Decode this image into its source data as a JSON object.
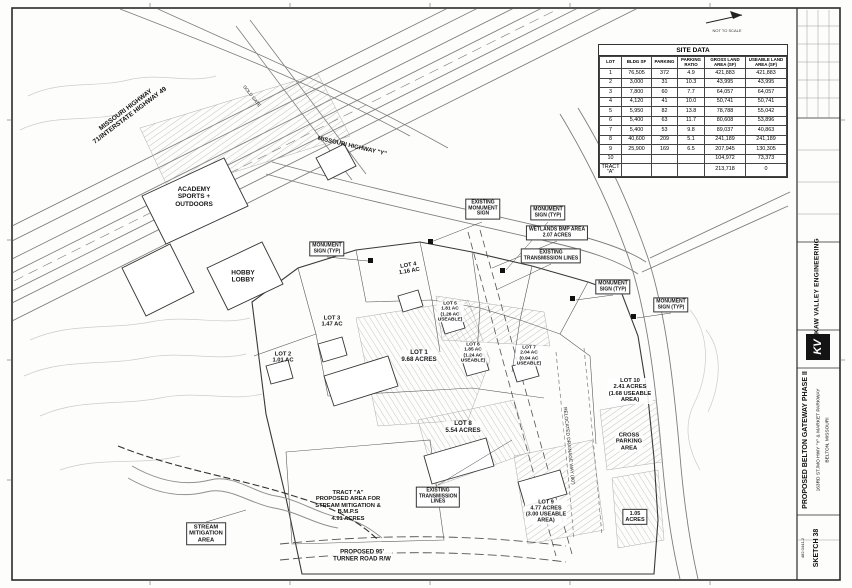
{
  "sheet": {
    "north_arrow": {
      "label": "NOT TO SCALE"
    },
    "title_block": {
      "company": "KAW VALLEY ENGINEERING",
      "logo_text": "KV",
      "project_line1": "PROPOSED BELTON GATEWAY PHASE II",
      "project_line2": "163RD ST./MO HWY \"Y\" & MARKET PARKWAY",
      "project_line3": "BELTON, MISSOURI",
      "sheet_name": "SKETCH 38",
      "job_number": "482.0441-2"
    }
  },
  "site_data": {
    "title": "SITE DATA",
    "columns": [
      "LOT",
      "BLDG SF",
      "PARKING",
      "PARKING RATIO",
      "GROSS LAND AREA (SF)",
      "USEABLE LAND AREA (SF)"
    ],
    "rows": [
      [
        "1",
        "76,505",
        "372",
        "4.9",
        "421,883",
        "421,883"
      ],
      [
        "2",
        "3,000",
        "31",
        "10.3",
        "43,995",
        "43,995"
      ],
      [
        "3",
        "7,800",
        "60",
        "7.7",
        "64,057",
        "64,057"
      ],
      [
        "4",
        "4,120",
        "41",
        "10.0",
        "50,741",
        "50,741"
      ],
      [
        "5",
        "5,950",
        "82",
        "13.8",
        "78,788",
        "55,042"
      ],
      [
        "6",
        "5,400",
        "63",
        "11.7",
        "80,608",
        "53,896"
      ],
      [
        "7",
        "5,400",
        "53",
        "9.8",
        "89,037",
        "40,863"
      ],
      [
        "8",
        "40,600",
        "209",
        "5.1",
        "241,189",
        "241,189"
      ],
      [
        "9",
        "25,900",
        "169",
        "6.5",
        "207,945",
        "130,305"
      ],
      [
        "10",
        "",
        "",
        "",
        "104,972",
        "73,373"
      ],
      [
        "TRACT \"A\"",
        "",
        "",
        "",
        "213,718",
        "0"
      ]
    ]
  },
  "map_labels": {
    "highway_71": "MISSOURI HIGHWAY\n71/INTERSTATE HIGHWAY 49",
    "highway_y": "MISSOURI HIGHWAY \"Y\"",
    "gold_gate": "GOLD GATE",
    "academy": "ACADEMY\nSPORTS +\nOUTDOORS",
    "hobby_lobby": "HOBBY\nLOBBY",
    "existing_monument_sign": "EXISTING\nMONUMENT\nSIGN",
    "monument_sign_typ": "MONUMENT\nSIGN (TYP)",
    "wetlands_bmp": "WETLANDS BMP AREA\n2.07 ACRES",
    "existing_transmission_2": "EXISTING\nTRANSMISSION LINES",
    "existing_transmission_3": "EXISTING\nTRANSMISSION\nLINES",
    "lot_1": "LOT 1\n9.68 ACRES",
    "lot_2": "LOT 2\n1.01 AC",
    "lot_3": "LOT 3\n1.47 AC",
    "lot_4": "LOT 4\n1.16 AC",
    "lot_5": "LOT 5\n1.81 AC\n(1.26 AC\nUSEABLE)",
    "lot_6": "LOT 6\n1.85 AC\n(1.24 AC\nUSEABLE)",
    "lot_7": "LOT 7\n2.04 AC\n(0.94 AC\nUSEABLE)",
    "lot_8": "LOT 8\n5.54 ACRES",
    "lot_9": "LOT 9\n4.77 ACRES\n(3.00 USEABLE\nAREA)",
    "lot_10": "LOT 10\n2.41 ACRES\n(1.68 USEABLE\nAREA)",
    "tract_a": "TRACT \"A\"\nPROPOSED AREA FOR\nSTREAM MITIGATION &\nB.M.P.S\n4.91 ACRES",
    "cross_parking": "CROSS\nPARKING\nAREA",
    "stream_mitigation": "STREAM\nMITIGATION\nAREA",
    "turner_road": "PROPOSED 95'\nTURNER ROAD R/W",
    "relocated_drainage": "RELOCATED DRAINAGE WAY (80')",
    "acres_1_05": "1.05\nACRES"
  }
}
